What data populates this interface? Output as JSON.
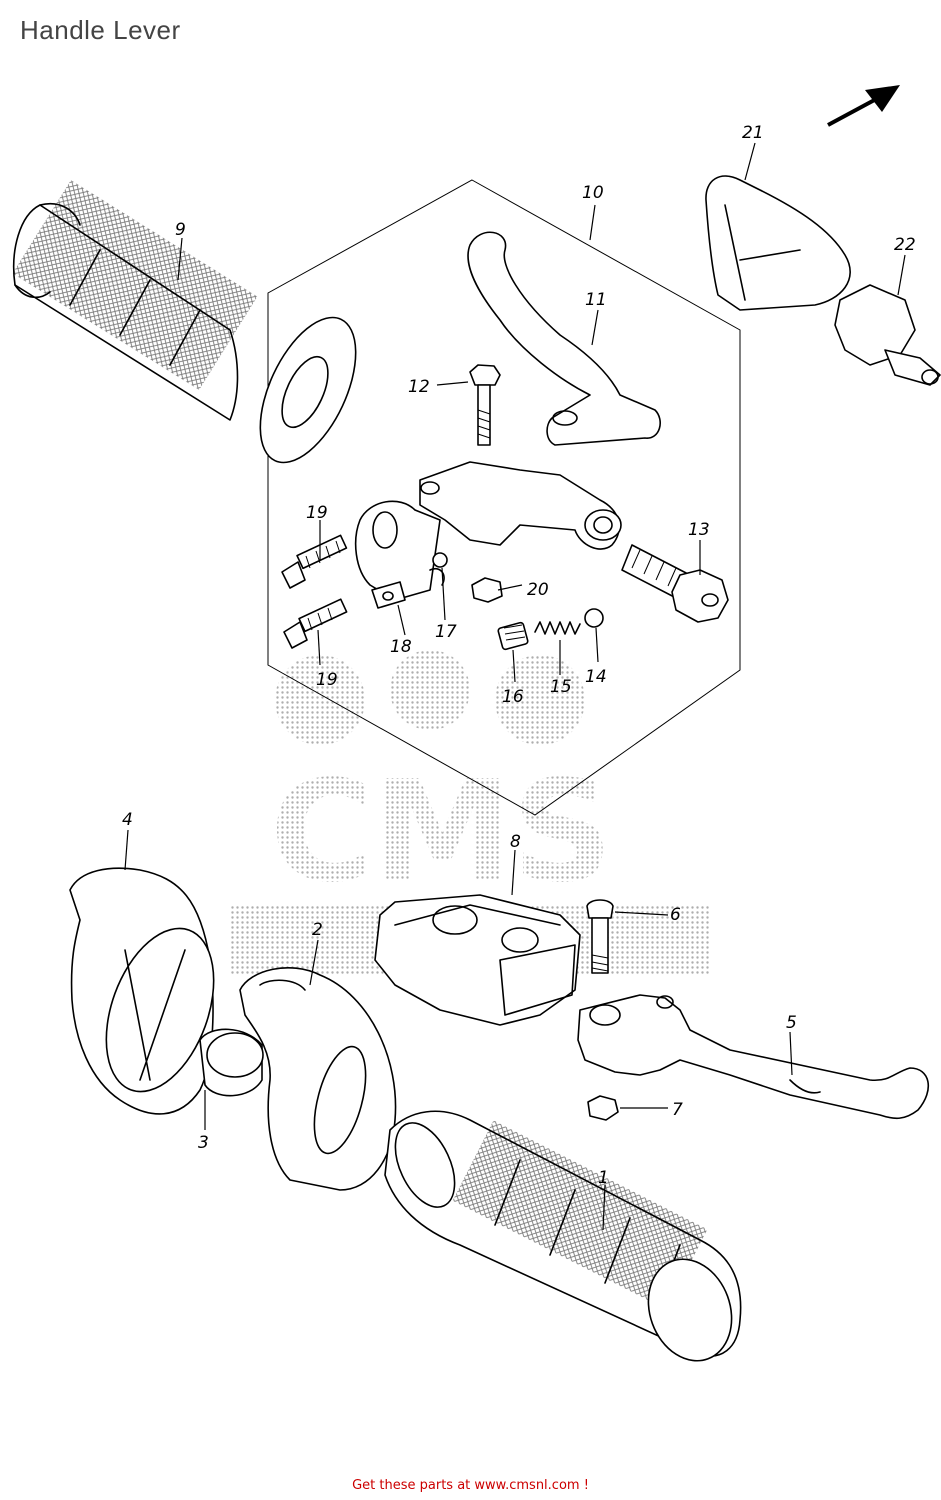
{
  "title": "Handle Lever",
  "footer": "Get these parts at www.cmsnl.com  !",
  "watermark": "CMS",
  "callouts": [
    "1",
    "2",
    "3",
    "4",
    "5",
    "6",
    "7",
    "8",
    "9",
    "10",
    "11",
    "12",
    "13",
    "14",
    "15",
    "16",
    "17",
    "18",
    "19",
    "19",
    "20",
    "21",
    "22"
  ],
  "colors": {
    "line": "#000000",
    "title": "#444444",
    "footer": "#cc0000",
    "watermark": "#9a9a9a"
  }
}
